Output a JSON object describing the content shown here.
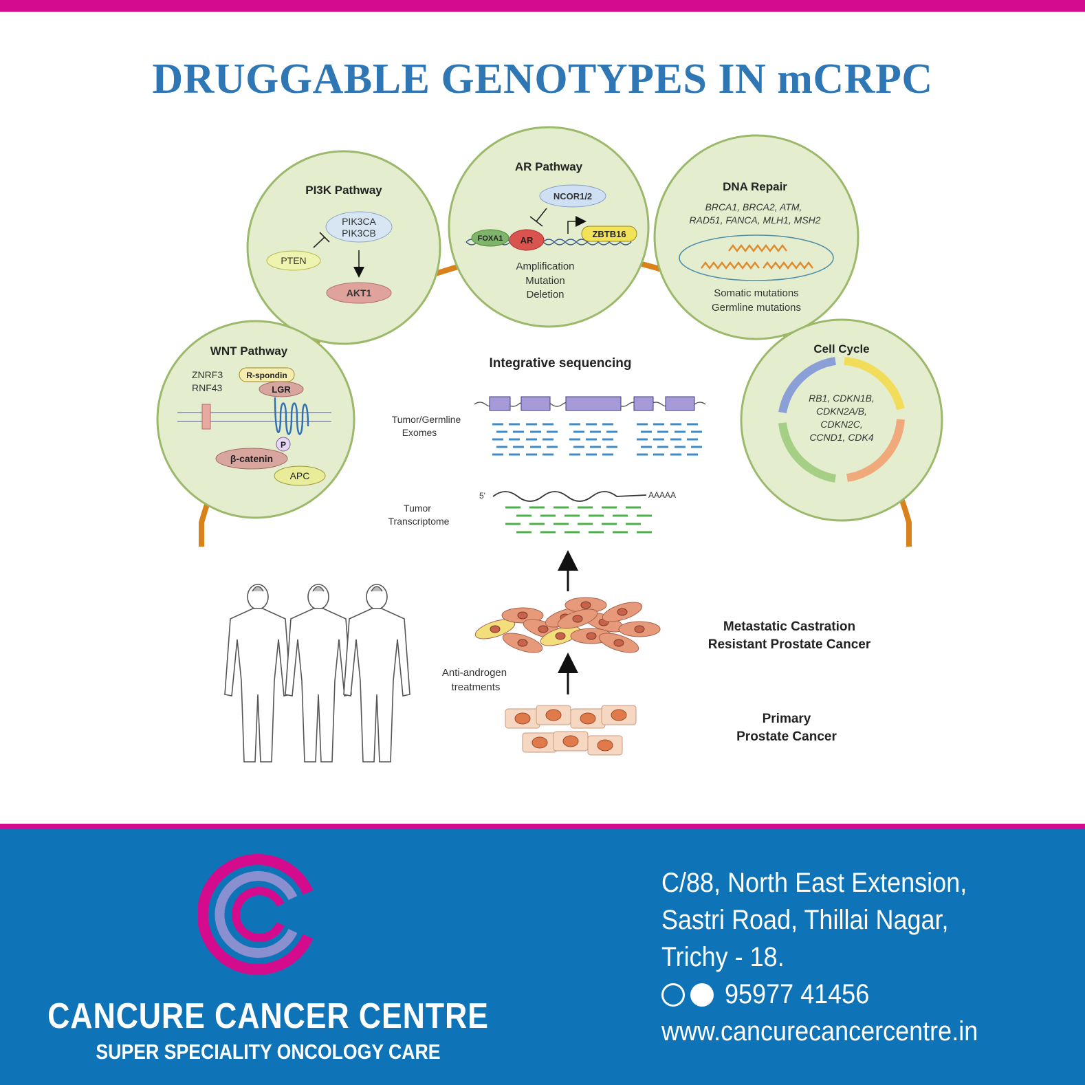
{
  "title": "DRUGGABLE GENOTYPES IN mCRPC",
  "diagram": {
    "pi3k": {
      "title": "PI3K Pathway",
      "pik3ca": "PIK3CA",
      "pik3cb": "PIK3CB",
      "pten": "PTEN",
      "akt1": "AKT1"
    },
    "ar": {
      "title": "AR Pathway",
      "ncor": "NCOR1/2",
      "foxa1": "FOXA1",
      "ar": "AR",
      "zbtb16": "ZBTB16",
      "amplification": "Amplification",
      "mutation": "Mutation",
      "deletion": "Deletion"
    },
    "dna": {
      "title": "DNA Repair",
      "genes1": "BRCA1, BRCA2, ATM,",
      "genes2": "RAD51, FANCA, MLH1, MSH2",
      "somatic": "Somatic mutations",
      "germline": "Germline mutations"
    },
    "wnt": {
      "title": "WNT Pathway",
      "znrf3": "ZNRF3",
      "rnf43": "RNF43",
      "rspondin": "R-spondin",
      "lgr": "LGR",
      "p": "P",
      "catenin": "β-catenin",
      "apc": "APC"
    },
    "cell": {
      "title": "Cell Cycle",
      "l1": "RB1, CDKN1B,",
      "l2": "CDKN2A/B,",
      "l3": "CDKN2C,",
      "l4": "CCND1, CDK4"
    },
    "seq": {
      "title": "Integrative sequencing",
      "exomes1": "Tumor/Germline",
      "exomes2": "Exomes",
      "five": "5'",
      "polya": "AAAAA",
      "trans1": "Tumor",
      "trans2": "Transcriptome"
    },
    "mcrpc1": "Metastatic Castration",
    "mcrpc2": "Resistant Prostate Cancer",
    "anti1": "Anti-androgen",
    "anti2": "treatments",
    "primary1": "Primary",
    "primary2": "Prostate Cancer"
  },
  "footer": {
    "brand": "CANCURE CANCER CENTRE",
    "tagline": "SUPER SPECIALITY ONCOLOGY CARE",
    "address1": "C/88, North East Extension,",
    "address2": "Sastri Road, Thillai Nagar,",
    "address3": "Trichy - 18.",
    "phone": "95977 41456",
    "website": "www.cancurecancercentre.in"
  },
  "colors": {
    "accent": "#d40b8c",
    "brand_blue": "#0f73b7",
    "title_blue": "#2f76b4",
    "circle_fill": "#e5edcf",
    "arc": "#d9821c"
  }
}
